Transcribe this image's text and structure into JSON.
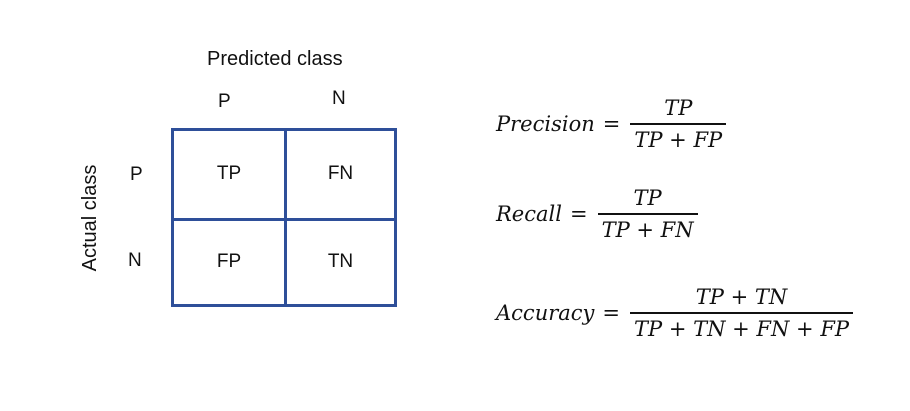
{
  "matrix": {
    "predicted_label": "Predicted class",
    "actual_label": "Actual class",
    "columns": [
      "P",
      "N"
    ],
    "rows": [
      "P",
      "N"
    ],
    "cells": [
      [
        "TP",
        "FN"
      ],
      [
        "FP",
        "TN"
      ]
    ],
    "border_color": "#2e4f99"
  },
  "formulas": {
    "precision": {
      "lhs": "Precision",
      "eq": "=",
      "numerator": "TP",
      "denominator": "TP + FP"
    },
    "recall": {
      "lhs": "Recall",
      "eq": "=",
      "numerator": "TP",
      "denominator": "TP + FN"
    },
    "accuracy": {
      "lhs": "Accuracy",
      "eq": "=",
      "numerator": "TP + TN",
      "denominator": "TP + TN +  FN + FP"
    }
  }
}
